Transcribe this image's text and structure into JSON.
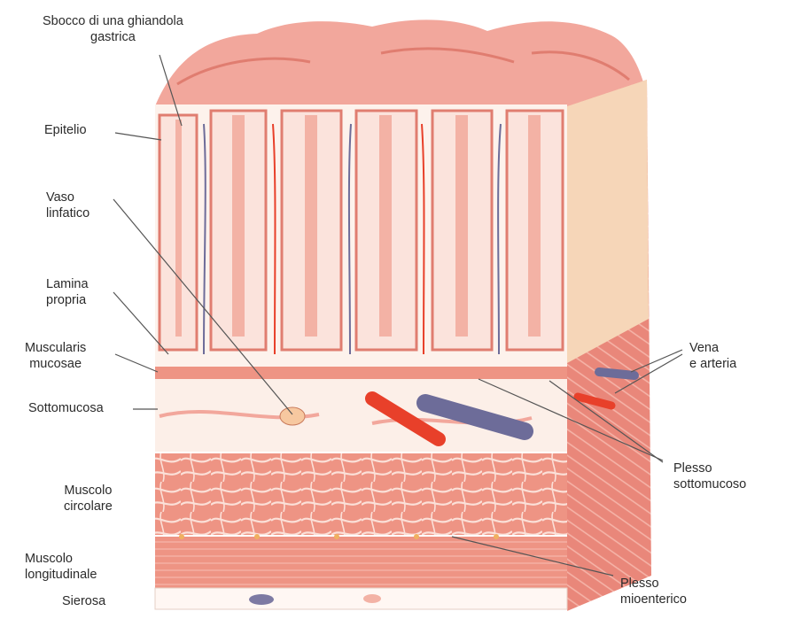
{
  "labels": {
    "sbocco": {
      "line1": "Sbocco di una ghiandola",
      "line2": "gastrica"
    },
    "epitelio": "Epitelio",
    "vaso": {
      "line1": "Vaso",
      "line2": "linfatico"
    },
    "lamina": {
      "line1": "Lamina",
      "line2": "propria"
    },
    "muscularis": {
      "line1": "Muscularis",
      "line2": "mucosae"
    },
    "sottomucosa": "Sottomucosa",
    "circolare": {
      "line1": "Muscolo",
      "line2": "circolare"
    },
    "longitudinale": {
      "line1": "Muscolo",
      "line2": "longitudinale"
    },
    "sierosa": "Sierosa",
    "vena": {
      "line1": "Vena",
      "line2": "e arteria"
    },
    "plesso_sotto": {
      "line1": "Plesso",
      "line2": "sottomucoso"
    },
    "plesso_mio": {
      "line1": "Plesso",
      "line2": "mioenterico"
    }
  },
  "colors": {
    "mucosa": "#f2a79c",
    "mucosa_dark": "#e07d70",
    "epithelium": "#fbe3dc",
    "lamina": "#fdf2ec",
    "submucosa": "#fcefe8",
    "muscle": "#ee9484",
    "muscle_line": "#fbe0d8",
    "artery": "#e8402a",
    "vein": "#6d6c99",
    "lymph": "#f7c8a0",
    "serosa": "#fff7f3",
    "leader": "#555555"
  }
}
